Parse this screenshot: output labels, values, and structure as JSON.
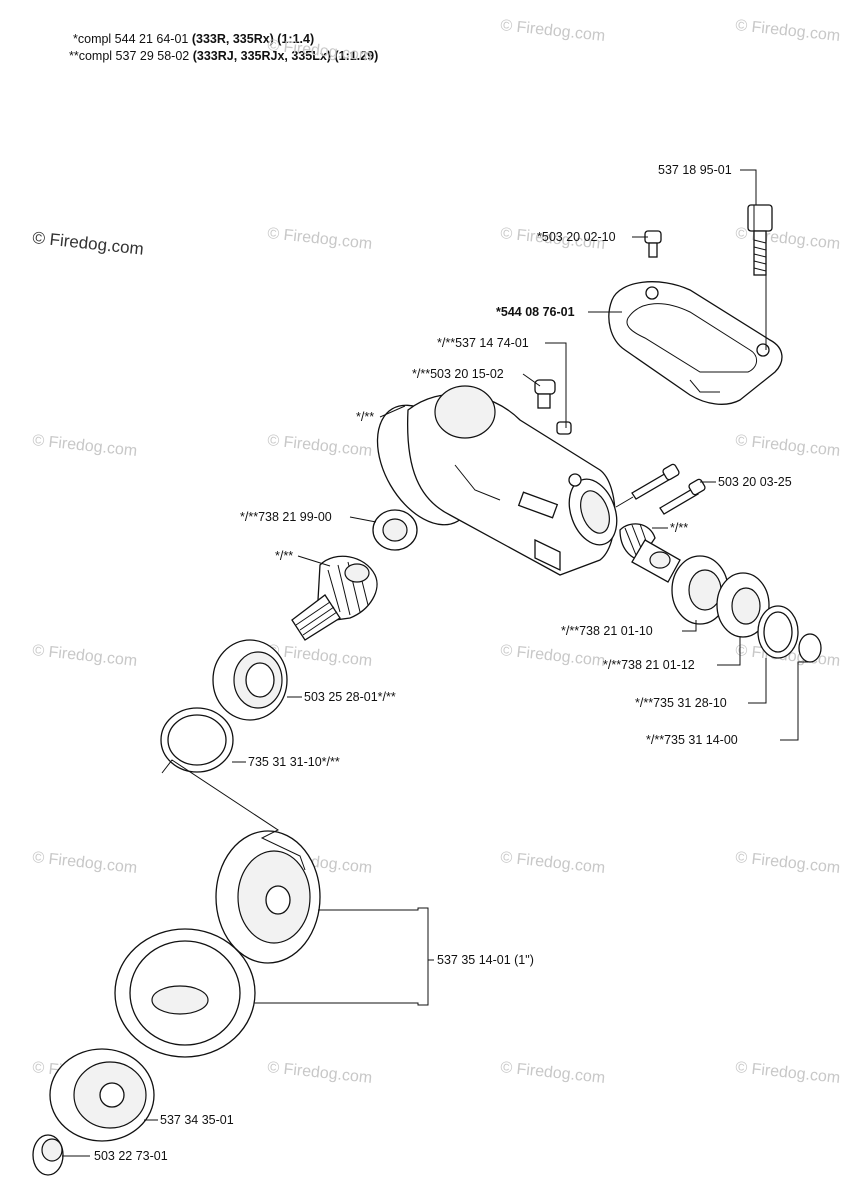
{
  "header": {
    "line1_prefix": "*compl 544 21 64-01 ",
    "line1_bold": "(333R, 335Rx) (1:1.4)",
    "line2_prefix": "**compl 537 29 58-02 ",
    "line2_bold": "(333RJ, 335RJx, 335Lx) (1:1.29)"
  },
  "watermark": {
    "main": "© Firedog.com",
    "repeat": "© Firedog.com"
  },
  "labels": {
    "p537_18_95_01": "537 18 95-01",
    "p503_20_02_10": "*503 20 02-10",
    "p544_08_76_01": "*544 08 76-01",
    "p537_14_74_01": "*/**537 14 74-01",
    "p503_20_15_02": "*/**503 20 15-02",
    "housing": "*/**",
    "p738_21_99_00": "*/**738 21 99-00",
    "gear_pinion": "*/**",
    "p503_20_03_25": "503 20 03-25",
    "shaft_gear": "*/**",
    "p738_21_01_10": "*/**738 21 01-10",
    "p738_21_01_12": "*/**738 21 01-12",
    "p735_31_28_10": "*/**735 31 28-10",
    "p735_31_14_00": "*/**735 31 14-00",
    "p503_25_28_01": "503 25 28-01*/**",
    "p735_31_31_10": "735 31 31-10*/**",
    "p537_35_14_01": "537 35 14-01 (1\")",
    "p537_34_35_01": "537 34 35-01",
    "p503_22_73_01": "503 22 73-01"
  }
}
